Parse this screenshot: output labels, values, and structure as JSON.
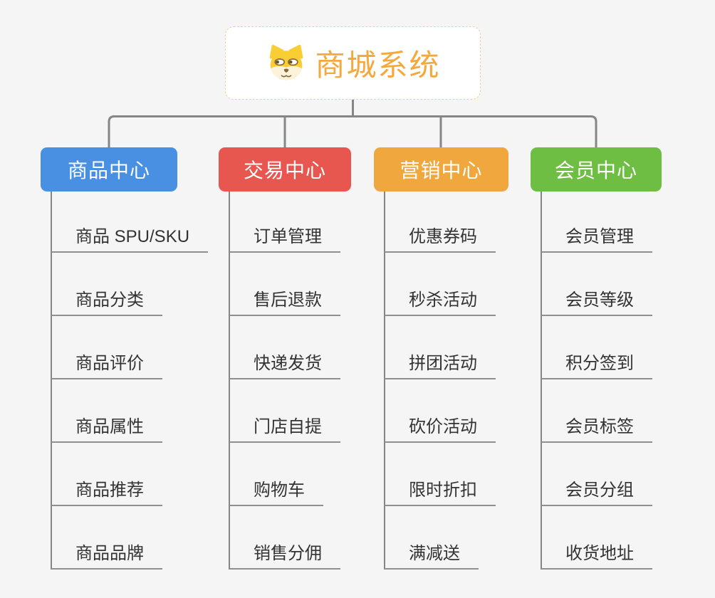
{
  "root": {
    "title": "商城系统",
    "icon": "dog-face-icon",
    "title_color": "#f5a83c",
    "border_color": "#f2cf96"
  },
  "colors": {
    "background": "#f5f5f6",
    "connector_line": "#868686",
    "topic_underline": "#8f8f8f",
    "topic_text": "#333333"
  },
  "branches": [
    {
      "label": "商品中心",
      "color": "#4a90e2",
      "items": [
        "商品 SPU/SKU",
        "商品分类",
        "商品评价",
        "商品属性",
        "商品推荐",
        "商品品牌"
      ]
    },
    {
      "label": "交易中心",
      "color": "#e7564f",
      "items": [
        "订单管理",
        "售后退款",
        "快递发货",
        "门店自提",
        "购物车",
        "销售分佣"
      ]
    },
    {
      "label": "营销中心",
      "color": "#efa73e",
      "items": [
        "优惠券码",
        "秒杀活动",
        "拼团活动",
        "砍价活动",
        "限时折扣",
        "满减送"
      ]
    },
    {
      "label": "会员中心",
      "color": "#6fbe44",
      "items": [
        "会员管理",
        "会员等级",
        "积分签到",
        "会员标签",
        "会员分组",
        "收货地址"
      ]
    }
  ]
}
